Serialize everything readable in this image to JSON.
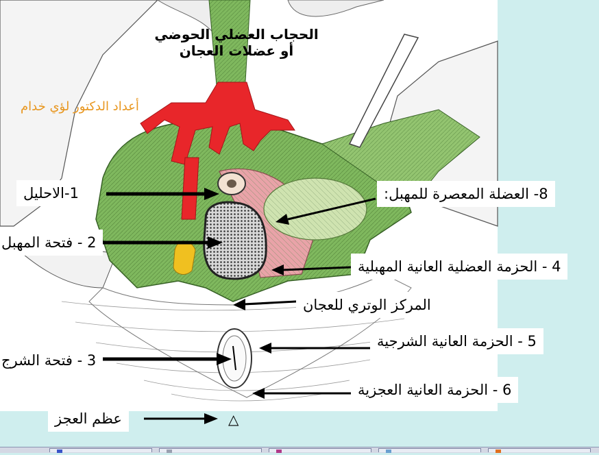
{
  "title": {
    "line1": "الحجاب العضلي الحوضي",
    "line2": "أو عضلات العجان"
  },
  "author": "أعداد الدكتور لؤي خدام",
  "labels": {
    "urethra": "1-الاحليل",
    "vaginal_opening": "2 - فتحة المهبل",
    "anal_opening": "3 - فتحة الشرج",
    "vaginal_sphincter": "8- العضلة المعصرة للمهبل:",
    "pubovaginal_band": "4 - الحزمة العضلية العانية المهبلية",
    "perineal_center": "المركز الوتري للعجان",
    "puborectal_band": "5 - الحزمة العانية الشرجية",
    "pubococcygeal_band": "6 - الحزمة العانية العجزية",
    "coccyx": "عظم العجز"
  },
  "triangle_symbol": "△",
  "colors": {
    "background": "#cfeeee",
    "muscle_green": "#7fb85e",
    "artery_red": "#e8262a",
    "sphincter_pink": "#e9a3a8",
    "author_orange": "#e8961e",
    "arrow": "#000000"
  },
  "taskbar": {
    "buttons": [
      {
        "icon": "app-icon",
        "color": "#3a55c8"
      },
      {
        "icon": "app-icon",
        "color": "#9aa0b0"
      },
      {
        "icon": "app-icon",
        "color": "#b03a8a"
      },
      {
        "icon": "app-icon",
        "color": "#6aa0d0"
      },
      {
        "icon": "app-icon",
        "color": "#e07020"
      }
    ]
  }
}
